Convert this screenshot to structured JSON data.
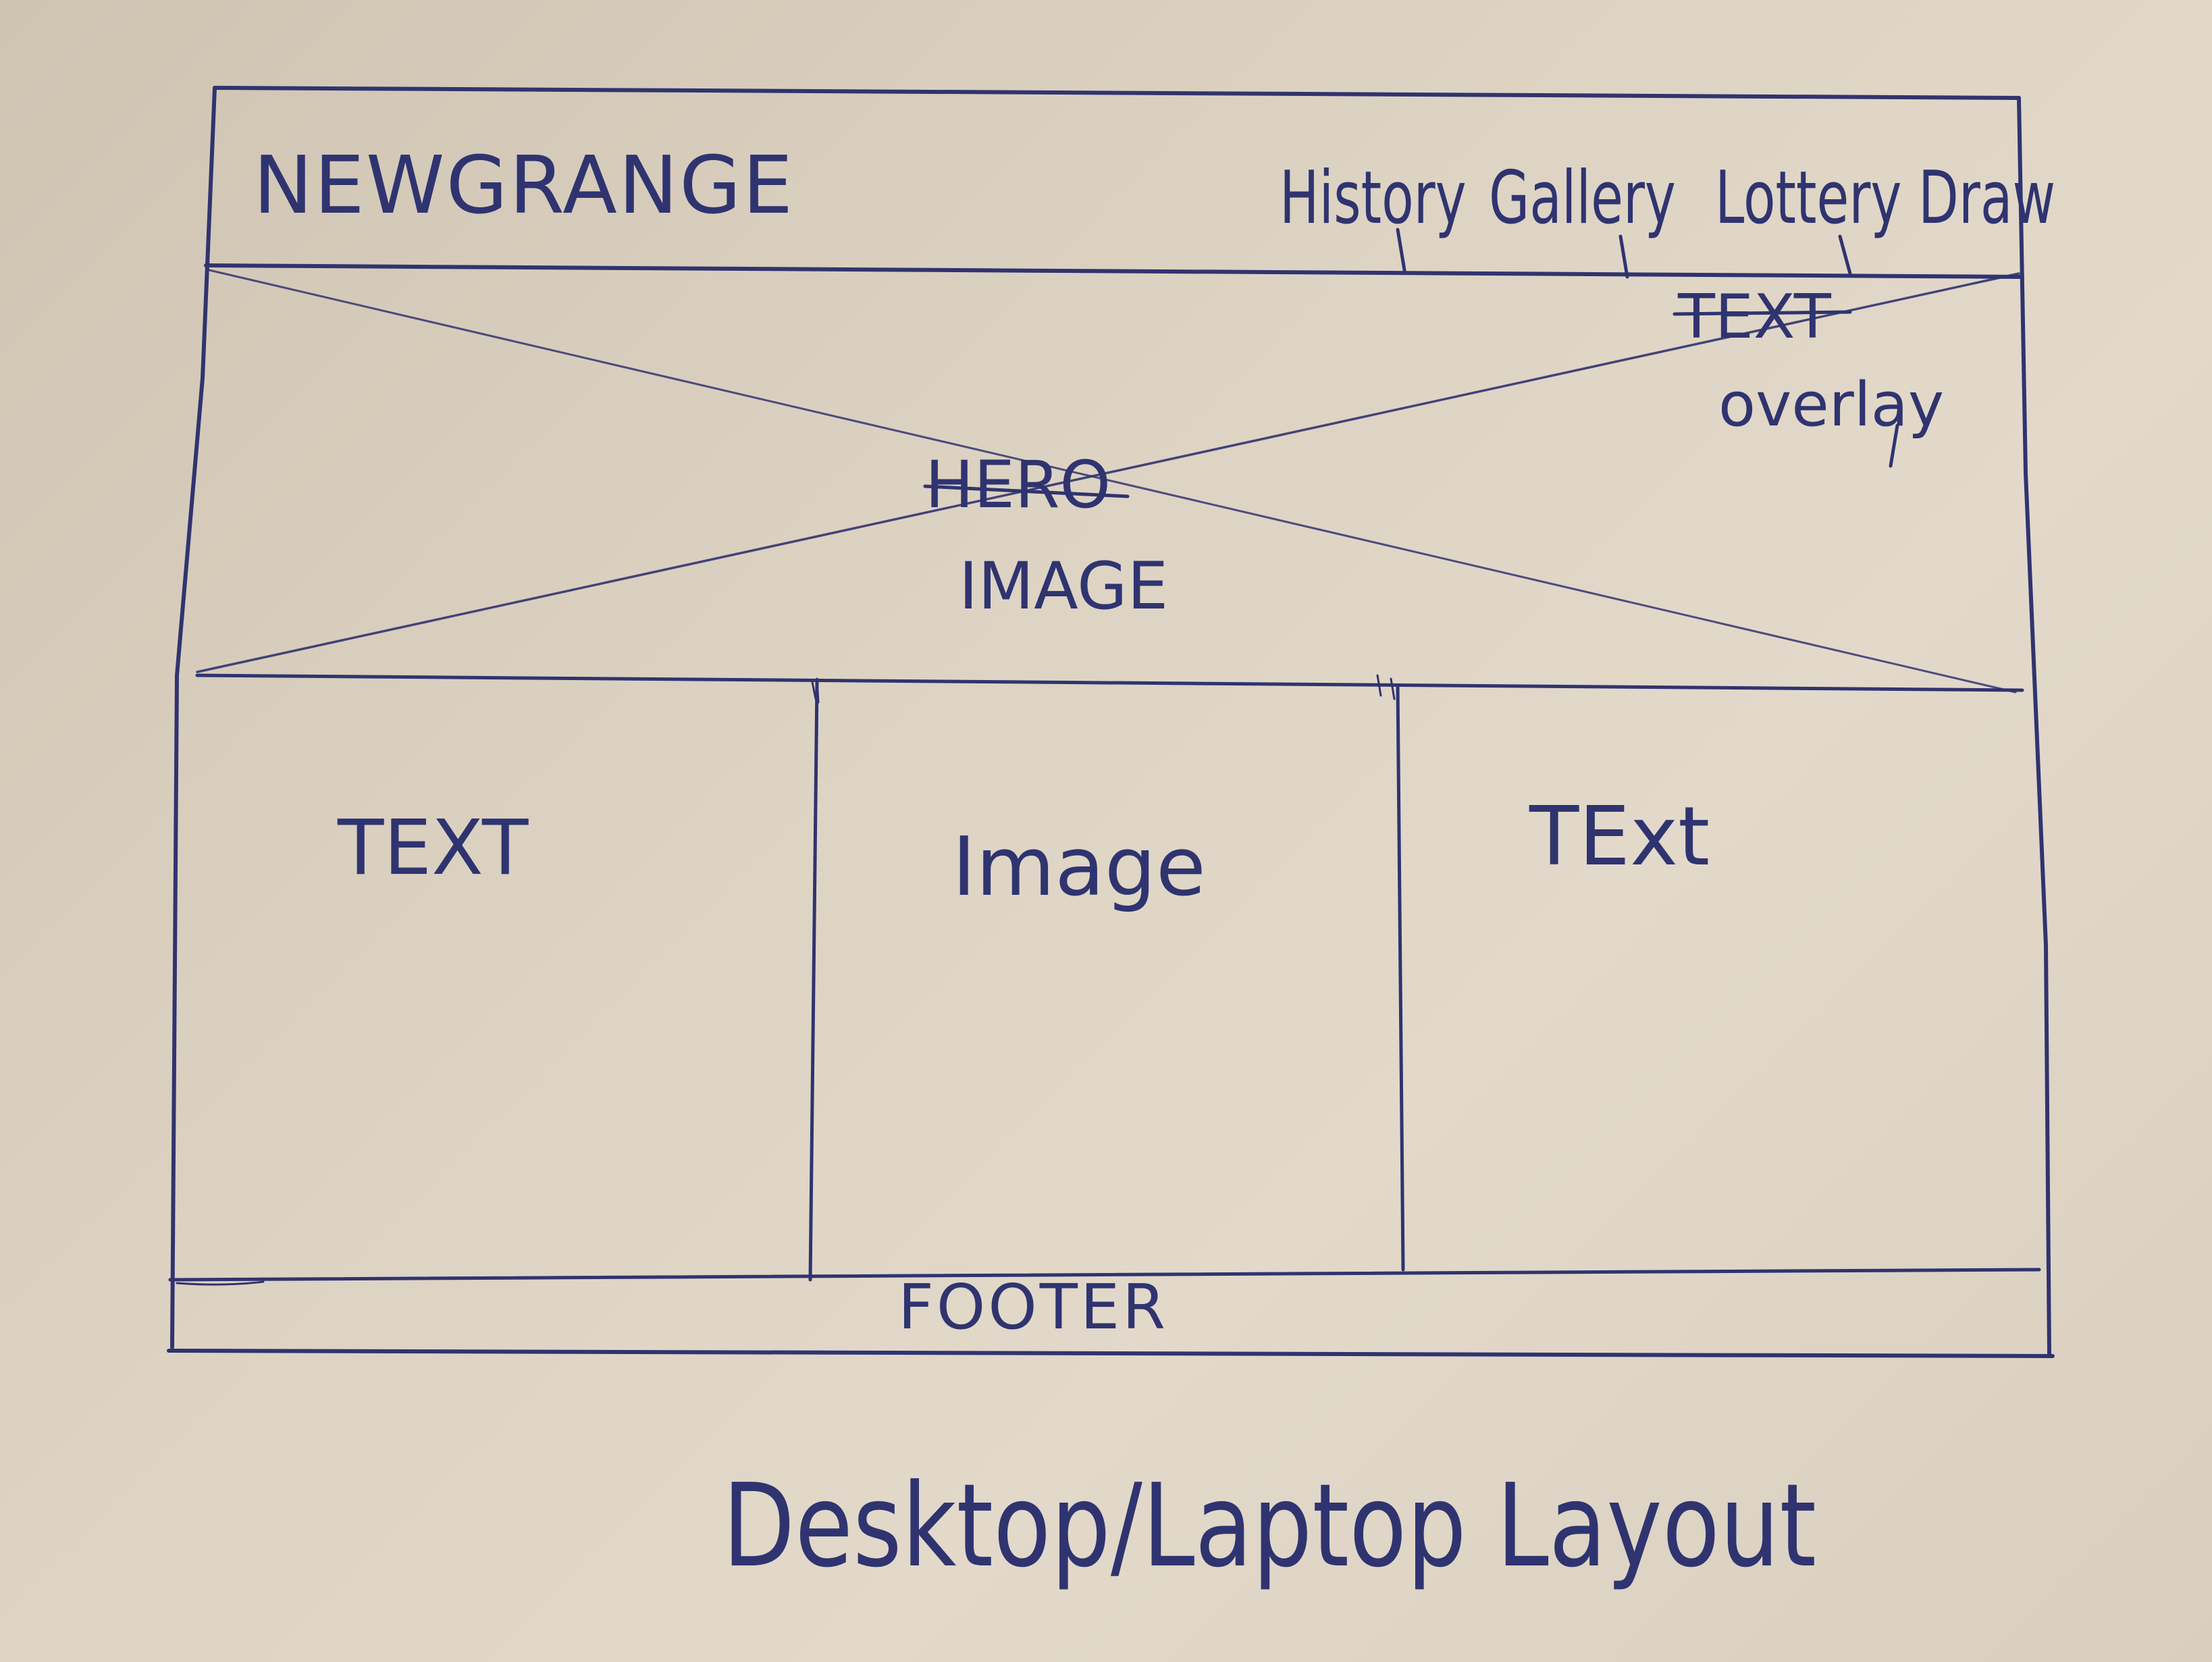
{
  "header": {
    "logo": "NEWGRANGE",
    "nav": [
      {
        "label": "History"
      },
      {
        "label": "Gallery"
      },
      {
        "label": "Lottery Draw"
      }
    ]
  },
  "hero": {
    "overlay_line1": "TEXT",
    "overlay_line2": "overlay",
    "label_line1": "HERO",
    "label_line2": "IMAGE"
  },
  "columns": [
    {
      "label": "TEXT"
    },
    {
      "label": "Image"
    },
    {
      "label": "TExt"
    }
  ],
  "footer": {
    "label": "FOOTER"
  },
  "caption": "Desktop/Laptop Layout",
  "colors": {
    "ink": "#2f3470",
    "paper": "#ddd3c3"
  }
}
